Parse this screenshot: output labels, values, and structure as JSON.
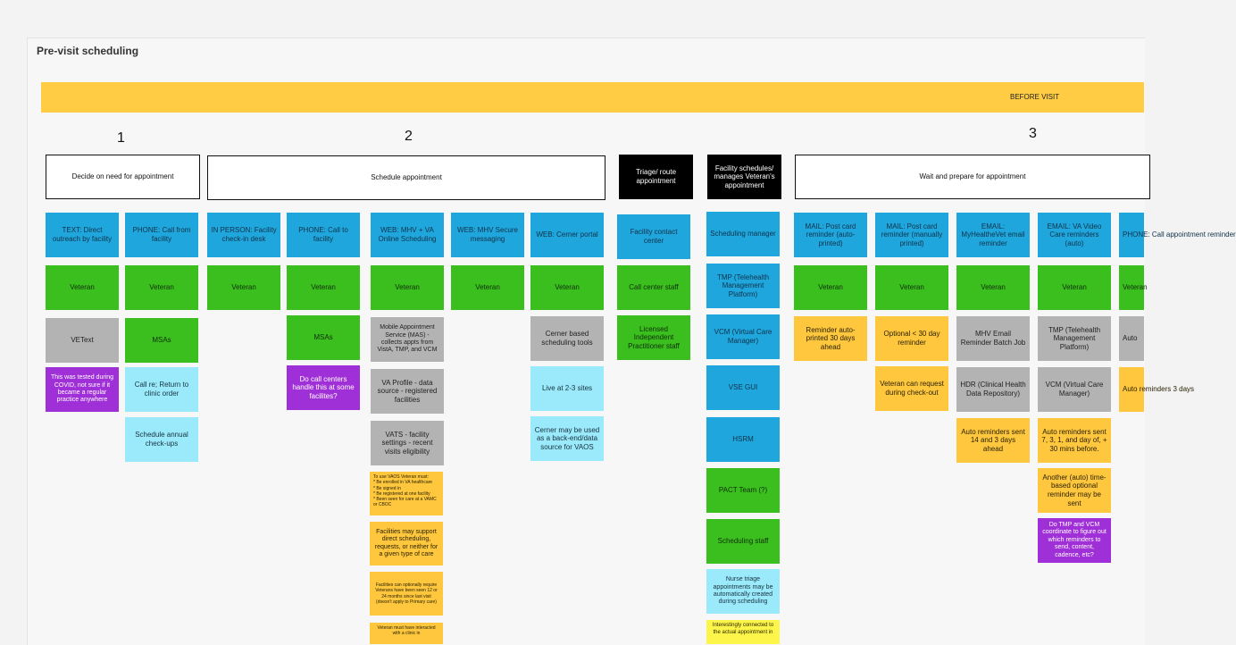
{
  "board": {
    "title": "Pre-visit scheduling",
    "phase_label": "BEFORE VISIT",
    "steps": [
      "1",
      "2",
      "3"
    ],
    "stages": [
      "Decide on need for appointment",
      "Schedule appointment",
      "Triage/ route appointment",
      "Facility schedules/ manages Veteran's appointment",
      "Wait and prepare for appointment"
    ]
  },
  "columns": {
    "text_direct": [
      "TEXT: Direct outreach by facility",
      "Veteran",
      "VEText",
      "This was tested during COVID, not sure if it became a regular practice anywhere"
    ],
    "phone_facility_1": [
      "PHONE: Call from facility",
      "Veteran",
      "MSAs",
      "Call re; Return to clinic order",
      "Schedule annual check-ups"
    ],
    "in_person": [
      "IN PERSON: Facility check-in desk",
      "Veteran"
    ],
    "phone_facility_2": [
      "PHONE: Call to facility",
      "Veteran",
      "MSAs",
      "Do call centers handle this at some facilites?"
    ],
    "web_mhv_vaos": [
      "WEB: MHV + VA Online Scheduling",
      "Veteran",
      "Mobile Appointment Service (MAS) - collects appts from VistA, TMP, and VCM",
      "VA Profile - data source - registered facilities",
      "VATS - facility settings - recent visits eligibility",
      "To use VAOS Veteran must:\n* Be enrolled in VA healthcare\n* Be signed in\n* Be registered at one facility\n* Been seen for care at a VAMC or CBOC",
      "Facilities may support direct scheduling, requests, or neither for a given type of care",
      "Facilities can optionally require Veterans have been seen 12 or 24 months since last visit (doesn't apply to Primary care)",
      "Veteran must have interacted with a clinic in"
    ],
    "web_mhv_secure": [
      "WEB: MHV Secure messaging",
      "Veteran"
    ],
    "web_cerner": [
      "WEB: Cerner portal",
      "Veteran",
      "Cerner based scheduling tools",
      "Live at 2-3 sites",
      "Cerner may be used as a back-end/data source for VAOS"
    ],
    "triage": [
      "Facility contact center",
      "Call center staff",
      "Licensed Independent Practitioner staff"
    ],
    "facility_manages": [
      "Scheduling manager",
      "TMP (Telehealth Management Platform)",
      "VCM (Virtual Care Manager)",
      "VSE GUI",
      "HSRM",
      "PACT Team (?)",
      "Scheduling staff",
      "Nurse triage appointments may be automatically created during scheduling",
      "Interestingly connected to the actual appointment in"
    ],
    "mail_auto": [
      "MAIL: Post card reminder (auto-printed)",
      "Veteran",
      "Reminder auto-printed 30 days ahead"
    ],
    "mail_manual": [
      "MAIL: Post card reminder (manually printed)",
      "Veteran",
      "Optional < 30 day reminder",
      "Veteran can request during check-out"
    ],
    "email_mhv": [
      "EMAIL: MyHealtheVet email reminder",
      "Veteran",
      "MHV Email Reminder Batch Job",
      "HDR (Clinical Health Data Repository)",
      "Auto reminders sent 14 and 3 days ahead"
    ],
    "email_vvc": [
      "EMAIL: VA Video Care reminders (auto)",
      "Veteran",
      "TMP (Telehealth Management Platform)",
      "VCM (Virtual Care Manager)",
      "Auto reminders sent 7, 3, 1, and day of, + 30 mins before.",
      "Another (auto) time-based optional reminder may be sent",
      "Do TMP and VCM coordinate to figure out which reminders to send, content, cadence, etc?"
    ],
    "phone_cut": [
      "PHONE: Call appointment reminder",
      "Veteran",
      "Auto",
      "Auto reminders 3 days"
    ]
  },
  "colors": {
    "channel": "#1fa6dc",
    "actor": "#3bbf1e",
    "system": "#b3b3b3",
    "question": "#9f2fd6",
    "detail": "#9aeafc",
    "rule": "#ffc73d",
    "insight": "#fdf54a",
    "phase": "#ffcc44"
  }
}
